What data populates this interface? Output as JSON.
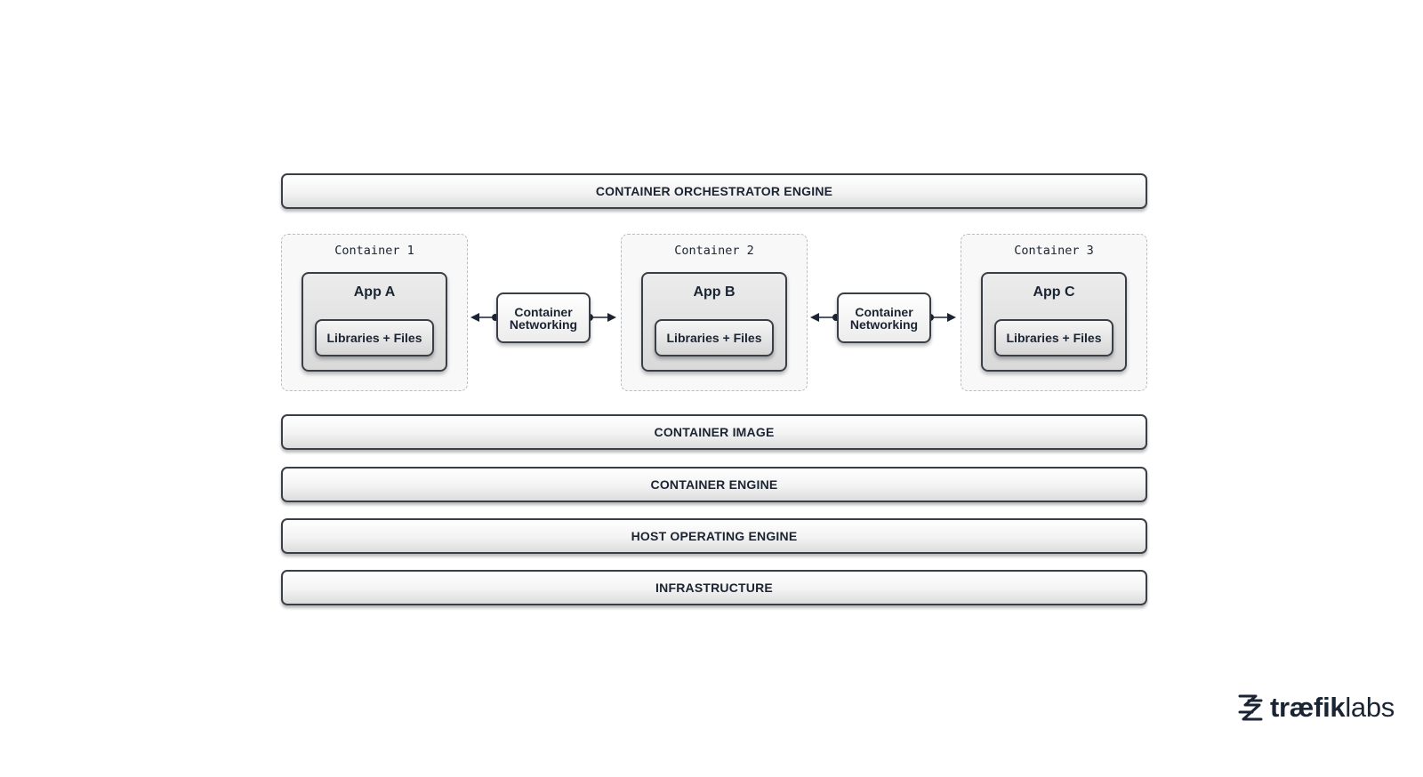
{
  "layers": {
    "orchestrator": "CONTAINER ORCHESTRATOR ENGINE",
    "image": "CONTAINER IMAGE",
    "engine": "CONTAINER ENGINE",
    "host_os": "HOST OPERATING ENGINE",
    "infrastructure": "INFRASTRUCTURE"
  },
  "containers": [
    {
      "label": "Container 1",
      "app": "App A",
      "libraries": "Libraries + Files"
    },
    {
      "label": "Container 2",
      "app": "App B",
      "libraries": "Libraries + Files"
    },
    {
      "label": "Container 3",
      "app": "App C",
      "libraries": "Libraries + Files"
    }
  ],
  "networking": [
    {
      "line1": "Container",
      "line2": "Networking"
    },
    {
      "line1": "Container",
      "line2": "Networking"
    }
  ],
  "logo": {
    "bold": "træfik",
    "light": "labs",
    "icon": "traefik-logo-icon"
  }
}
